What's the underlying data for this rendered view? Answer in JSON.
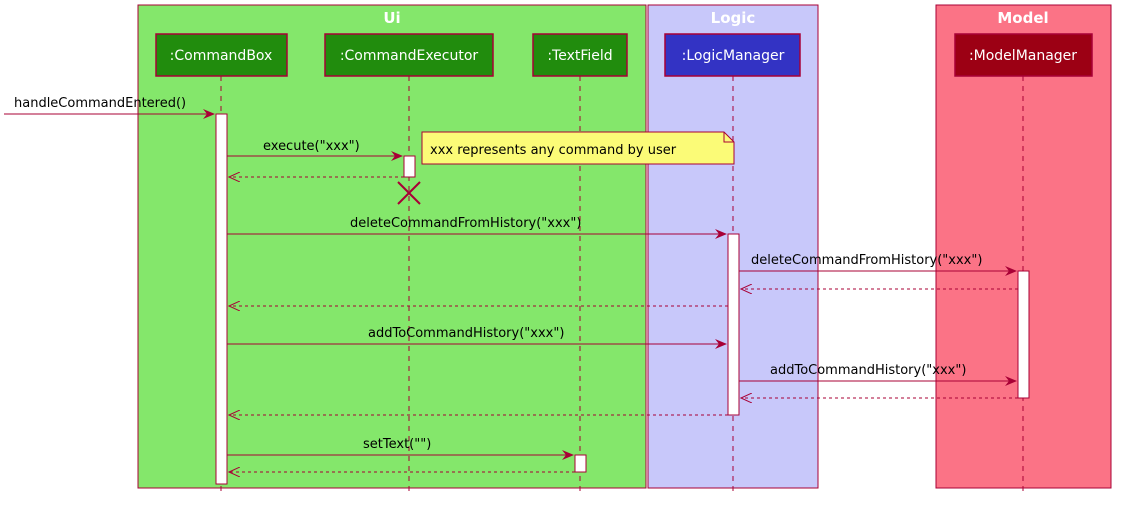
{
  "boxes": [
    {
      "title": "Ui",
      "color": "#84e76b"
    },
    {
      "title": "Logic",
      "color": "#c8c8fa"
    },
    {
      "title": "Model",
      "color": "#fb7386"
    }
  ],
  "participants": [
    {
      "name": ":CommandBox",
      "color": "#218c0d"
    },
    {
      "name": ":CommandExecutor",
      "color": "#218c0d"
    },
    {
      "name": ":TextField",
      "color": "#218c0d"
    },
    {
      "name": ":LogicManager",
      "color": "#3333c4"
    },
    {
      "name": ":ModelManager",
      "color": "#9c0014"
    }
  ],
  "messages": {
    "handle": "handleCommandEntered()",
    "execute": "execute(\"xxx\")",
    "delete_to_logic": "deleteCommandFromHistory(\"xxx\")",
    "delete_to_model": "deleteCommandFromHistory(\"xxx\")",
    "add_to_logic": "addToCommandHistory(\"xxx\")",
    "add_to_model": "addToCommandHistory(\"xxx\")",
    "set_text": "setText(\"\")"
  },
  "note": "xxx represents any command by user",
  "colors": {
    "arrow": "#a80036",
    "box_border": "#a80036",
    "note_fill": "#fbfb77",
    "activation_fill": "#ffffff"
  }
}
